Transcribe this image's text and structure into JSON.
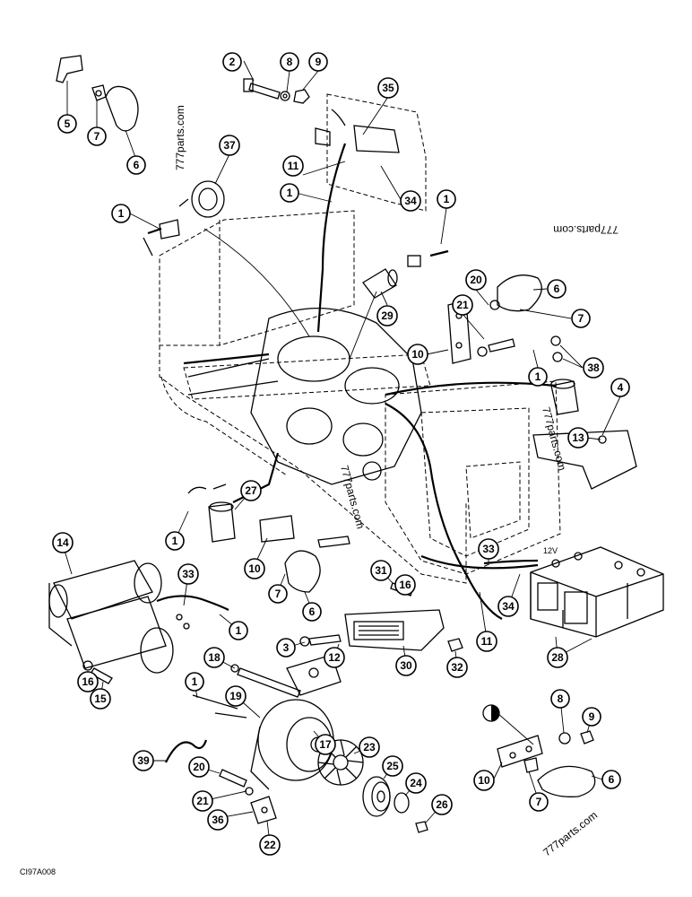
{
  "watermarks": [
    "777parts.com",
    "777parts.com",
    "777parts.com",
    "777parts.com",
    "777parts.com"
  ],
  "drawing_code": "CI97A008",
  "battery_label": "12V",
  "callouts": [
    "1",
    "2",
    "3",
    "4",
    "5",
    "6",
    "7",
    "8",
    "9",
    "10",
    "11",
    "12",
    "13",
    "14",
    "15",
    "16",
    "17",
    "18",
    "19",
    "20",
    "21",
    "22",
    "23",
    "24",
    "25",
    "26",
    "27",
    "28",
    "29",
    "30",
    "31",
    "32",
    "33",
    "34",
    "35",
    "36",
    "37",
    "38",
    "39"
  ]
}
